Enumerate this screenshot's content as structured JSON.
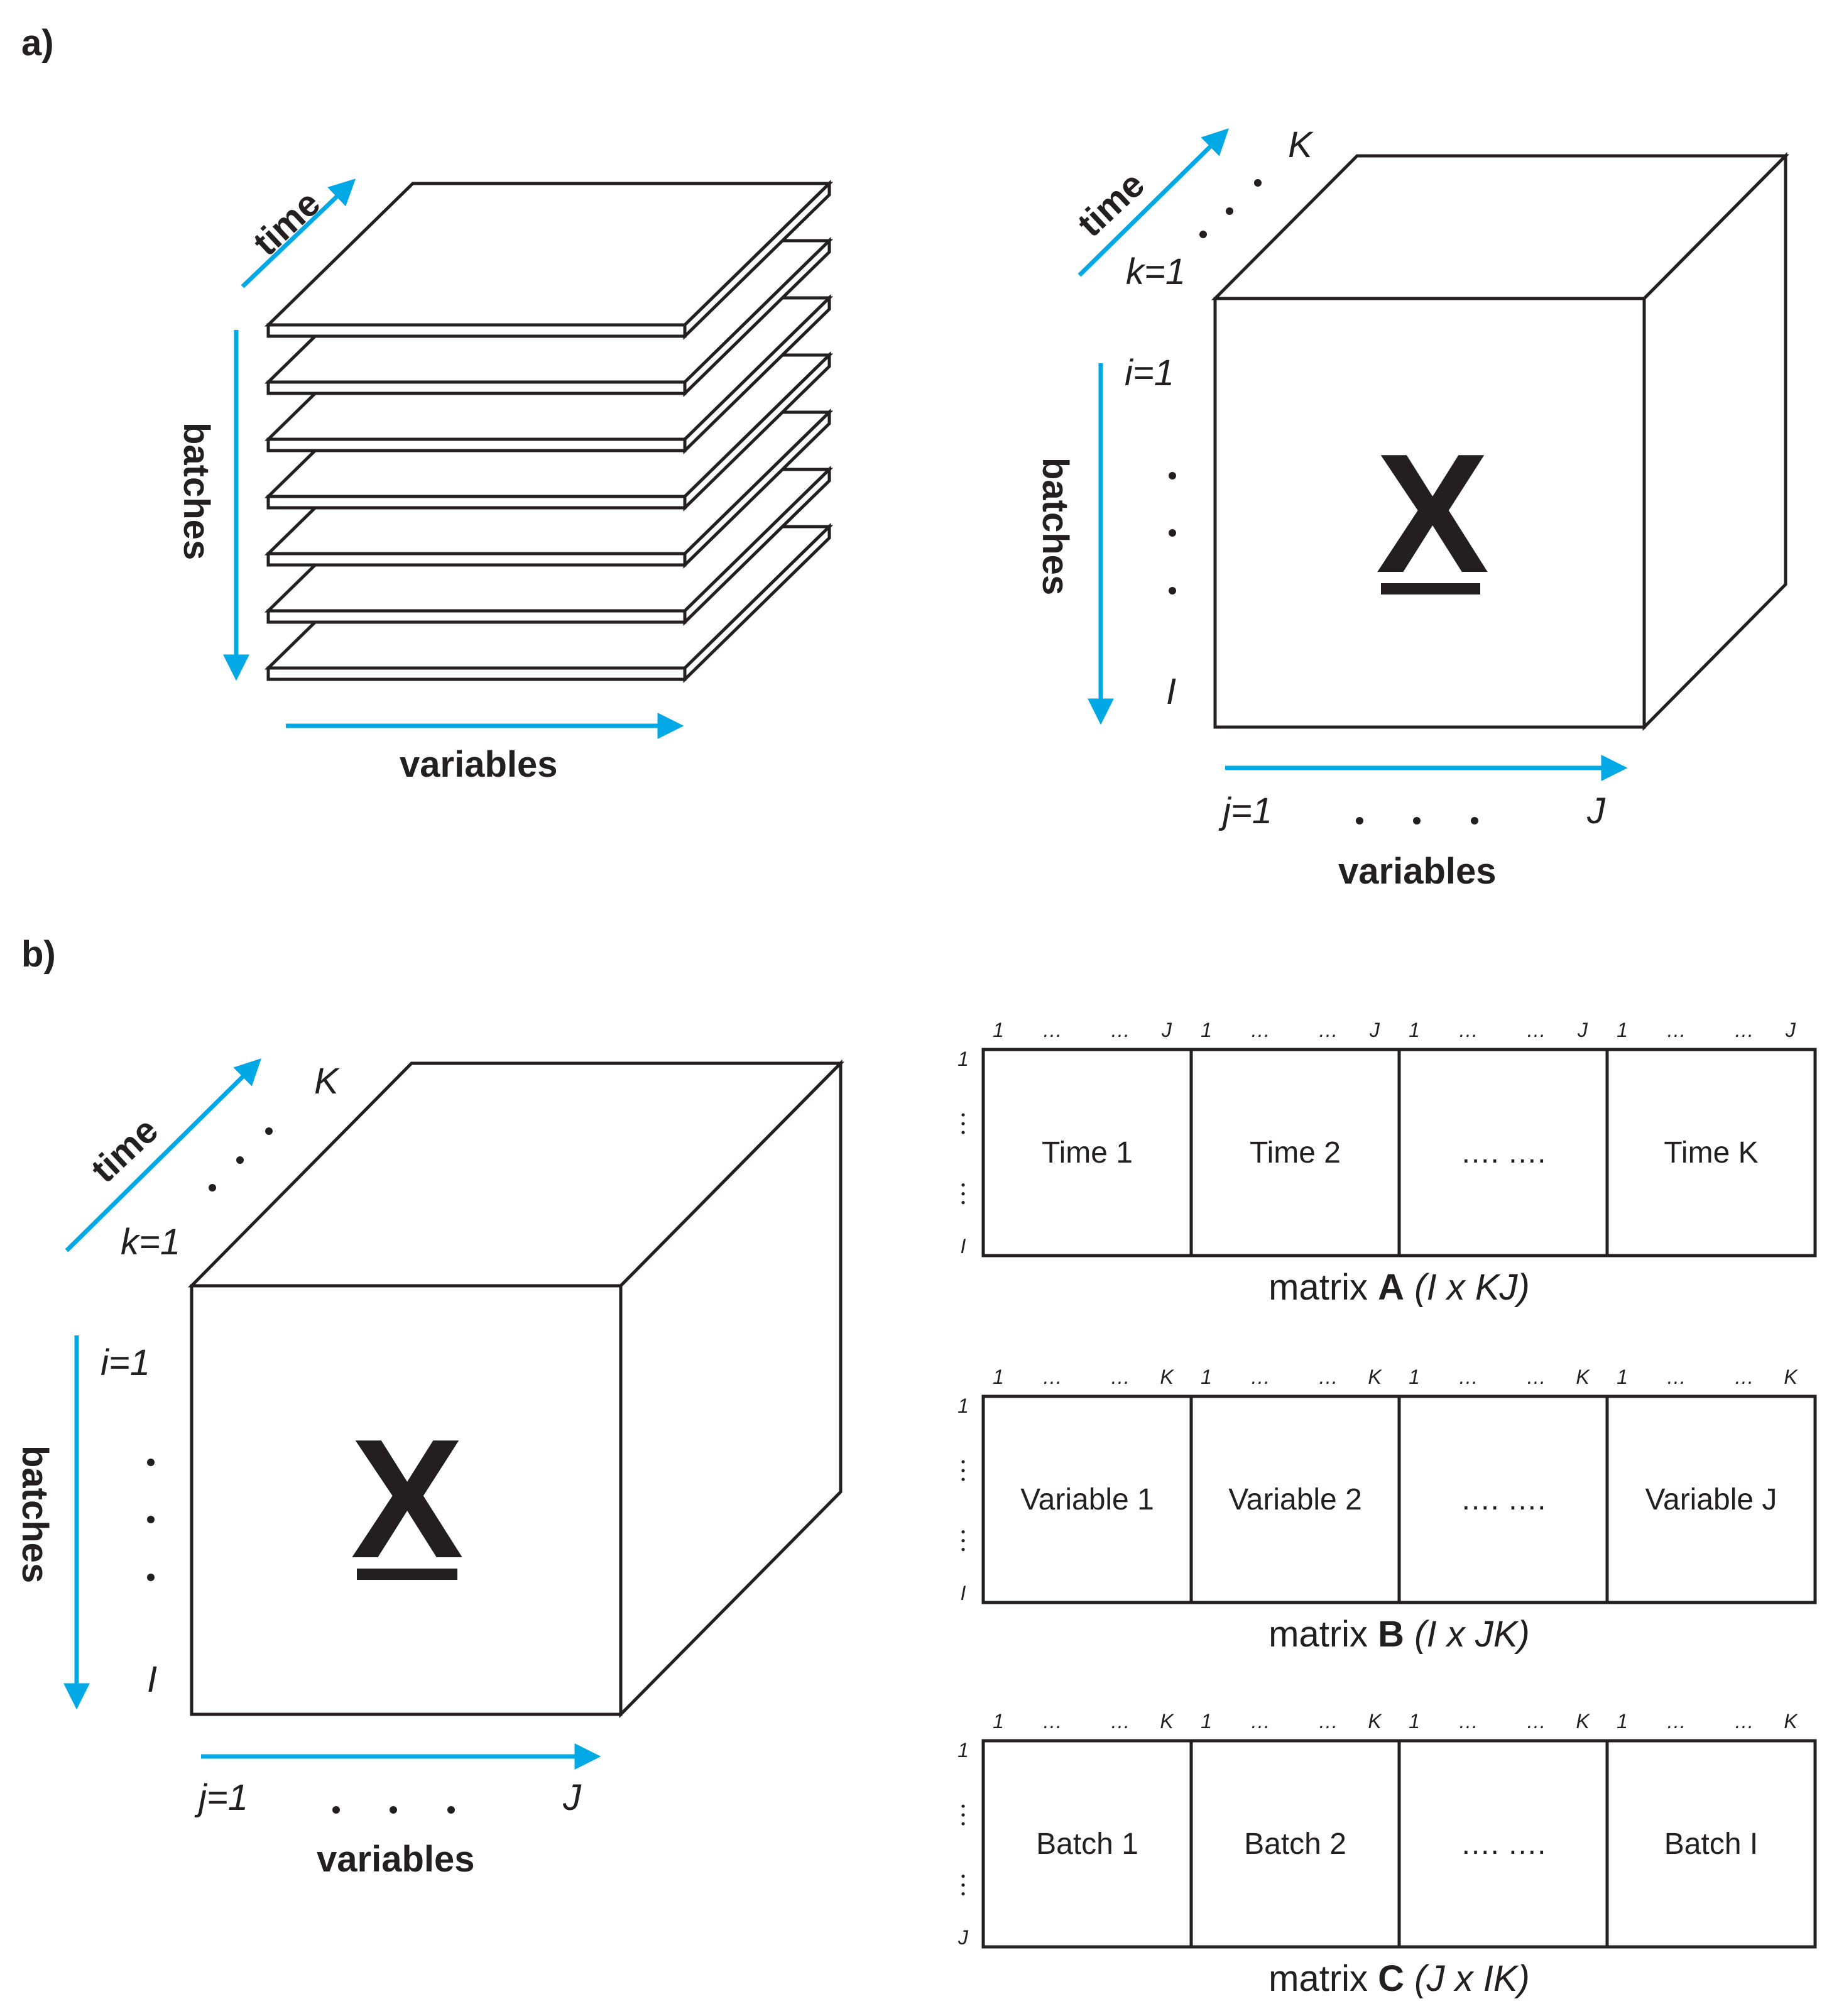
{
  "panels": {
    "a": {
      "label": "a)",
      "left": {
        "time_label": "time",
        "batches_label": "batches",
        "variables_label": "variables",
        "slice_count": 7
      },
      "right": {
        "time_label": "time",
        "batches_label": "batches",
        "variables_label": "variables",
        "k_start": "k=1",
        "k_end": "K",
        "i_start": "i=1",
        "i_end": "I",
        "j_start": "j=1",
        "j_end": "J",
        "tensor_symbol": "X"
      }
    },
    "b": {
      "label": "b)",
      "cube": {
        "time_label": "time",
        "batches_label": "batches",
        "variables_label": "variables",
        "k_start": "k=1",
        "k_end": "K",
        "i_start": "i=1",
        "i_end": "I",
        "j_start": "j=1",
        "j_end": "J",
        "tensor_symbol": "X"
      },
      "matrices": [
        {
          "top_start": "1",
          "top_dots": "…",
          "top_end": "J",
          "row_start": "1",
          "row_end": "I",
          "cells": [
            "Time 1",
            "Time 2",
            "…. ….",
            "Time K"
          ],
          "caption_prefix": "matrix ",
          "caption_letter": "A",
          "caption_dims": "(I x KJ)"
        },
        {
          "top_start": "1",
          "top_dots": "…",
          "top_end": "K",
          "row_start": "1",
          "row_end": "I",
          "cells": [
            "Variable 1",
            "Variable 2",
            "…. ….",
            "Variable J"
          ],
          "caption_prefix": "matrix ",
          "caption_letter": "B",
          "caption_dims": "(I x JK)"
        },
        {
          "top_start": "1",
          "top_dots": "…",
          "top_end": "K",
          "row_start": "1",
          "row_end": "J",
          "cells": [
            "Batch 1",
            "Batch 2",
            "…. ….",
            "Batch I"
          ],
          "caption_prefix": "matrix ",
          "caption_letter": "C",
          "caption_dims": "(J x IK)"
        }
      ]
    }
  },
  "colors": {
    "arrow": "#00a9e6",
    "ink": "#231f20",
    "background": "#ffffff"
  }
}
